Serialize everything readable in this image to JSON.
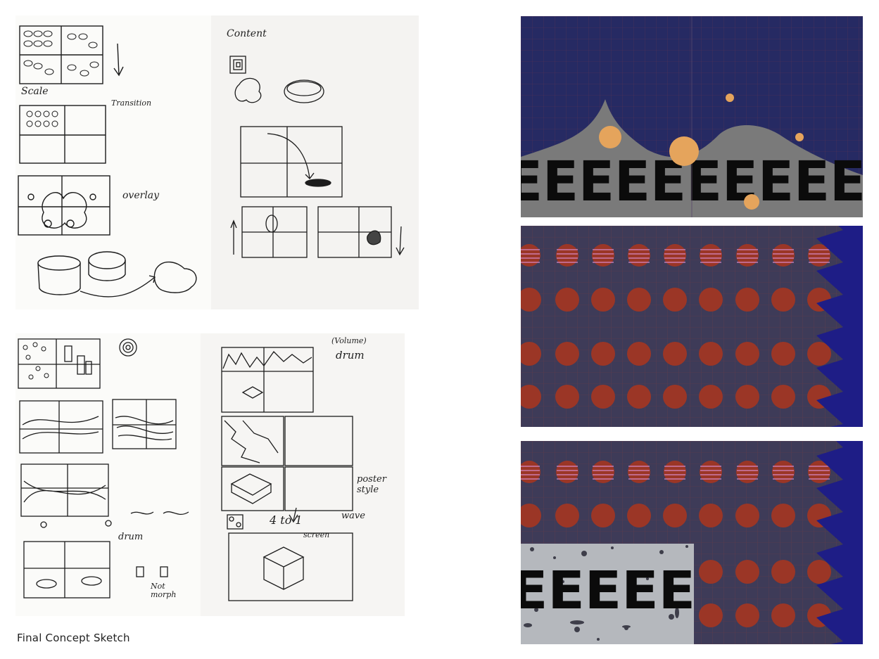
{
  "caption": "Final Concept Sketch",
  "sketch_notes": {
    "scale": "Scale",
    "transition": "Transition",
    "overlay": "overlay",
    "content": "Content",
    "volume": "(Volume)",
    "drum": "drum",
    "poster_style": "poster style",
    "wave": "wave",
    "four_to_one": "4 to 1",
    "screen": "screen",
    "drum2": "drum",
    "not_morph": "Not morph"
  },
  "panels": {
    "letters_top": "EEEEEEEEEE",
    "letters_bottom": "EEEEE"
  },
  "colors": {
    "navy": "#262a63",
    "deep_blue": "#1e1d86",
    "grey": "#7a7a7a",
    "orange": "#e5a45c",
    "red_circle": "#9b3626",
    "purple_bg": "#3e3b58",
    "concrete": "#b5b8bd"
  }
}
